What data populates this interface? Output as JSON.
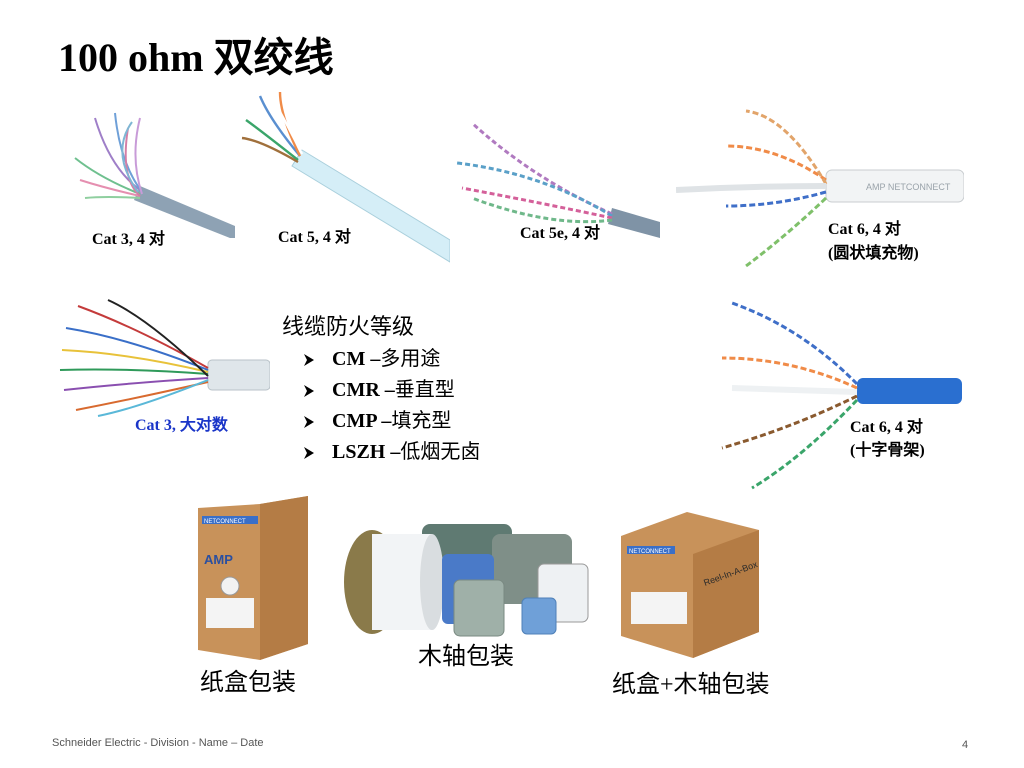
{
  "title": "100 ohm 双绞线",
  "photos": {
    "cat3": "Cat 3, 4 对",
    "cat5": "Cat 5, 4 对",
    "cat5e": "Cat 5e, 4 对",
    "cat6_round_line1": "Cat 6, 4 对",
    "cat6_round_line2": "(圆状填充物)",
    "cat3_multi": "Cat 3, 大对数",
    "cat6_cross_line1": "Cat 6, 4 对",
    "cat6_cross_line2": "(十字骨架)"
  },
  "fire_ratings": {
    "heading": "线缆防火等级",
    "items": [
      {
        "code": "CM –",
        "text": "多用途"
      },
      {
        "code": "CMR –",
        "text": "垂直型"
      },
      {
        "code": "CMP –",
        "text": "填充型"
      },
      {
        "code": "LSZH –",
        "text": "低烟无卤"
      }
    ]
  },
  "packaging": {
    "box": "纸盒包装",
    "reel": "木轴包装",
    "box_reel": "纸盒+木轴包装",
    "box_brand": "NETCONNECT",
    "amp": "AMP",
    "reel_in_box": "Reel-In-A-Box"
  },
  "footer": "Schneider Electric - Division - Name – Date",
  "page_number": "4",
  "colors": {
    "accent_blue": "#1a35c8",
    "cable_grey": "#7f93a6",
    "cable_blue": "#2a6fd0",
    "carton": "#c8925a"
  }
}
